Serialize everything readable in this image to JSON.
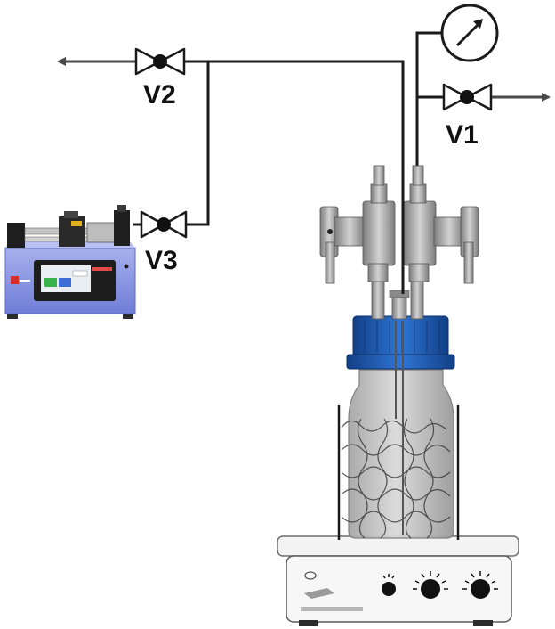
{
  "valves": {
    "v1": {
      "label": "V1"
    },
    "v2": {
      "label": "V2"
    },
    "v3": {
      "label": "V3"
    }
  },
  "colors": {
    "line": "#1a1a1a",
    "arrow": "#4a4a4a",
    "pump_body": "#8f9be6",
    "pump_dark": "#2b2b2b",
    "cap_blue": "#1f5fbf",
    "fitting_gray": "#a9a9a9",
    "glass": "#c9c9c9",
    "stirrer_body": "#efefef"
  },
  "icons": [
    "pressure-gauge-icon",
    "valve-icon",
    "syringe-pump-icon",
    "reactor-bottle-icon",
    "stirrer-hotplate-icon"
  ]
}
